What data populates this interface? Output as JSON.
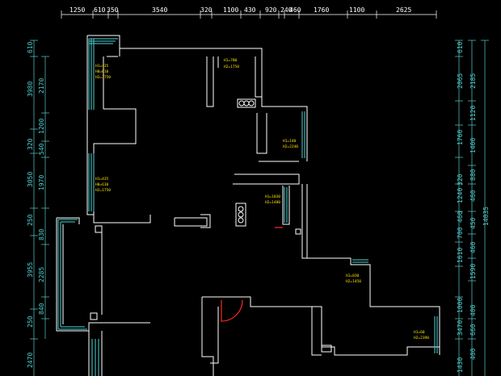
{
  "dimensions": {
    "top": [
      "1250",
      "610",
      "350",
      "3540",
      "320",
      "1100",
      "430",
      "920",
      "240",
      "460",
      "1760",
      "1100",
      "2625"
    ],
    "left_outer": [
      "610",
      "3980",
      "320",
      "3050",
      "250",
      "3955",
      "250",
      "2470"
    ],
    "left_inner": [
      "2170",
      "1200",
      "540",
      "1970",
      "830",
      "2285",
      "840"
    ],
    "right_outer": [
      "610",
      "2065",
      "1760",
      "320",
      "1240",
      "460",
      "700",
      "1610",
      "1000",
      "3470",
      "1430"
    ],
    "right_inner": [
      "2185",
      "1120",
      "1400",
      "880",
      "460",
      "450",
      "460",
      "1590",
      "400",
      "660",
      "400"
    ],
    "right_total": "14035"
  },
  "annotations": [
    {
      "line1": "H1=435",
      "line2": "H0=610",
      "line3": "H2=1750"
    },
    {
      "line1": "H1=780",
      "line2": "H2=1750"
    },
    {
      "line1": "H1=140",
      "line2": "H2=2240"
    },
    {
      "line1": "H1=435",
      "line2": "H0=610",
      "line3": "H2=1750"
    },
    {
      "line1": "H1=1030",
      "line2": "H2=1480"
    },
    {
      "line1": "H1=830",
      "line2": "H2=1450"
    },
    {
      "line1": "H1=60",
      "line2": "H2=2390"
    }
  ],
  "colors": {
    "background": "#000000",
    "wall": "#ffffff",
    "window": "#4fd3d3",
    "annotation": "#ffe600",
    "door": "#ff2a2a"
  }
}
